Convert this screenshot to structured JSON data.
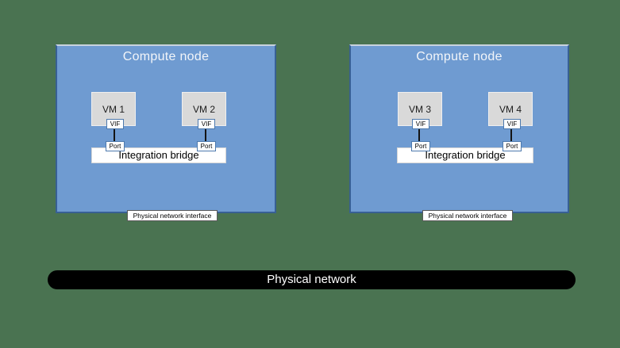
{
  "diagram": {
    "background_color": "#4a7351",
    "colors": {
      "node_fill": "#6f9bd1",
      "node_border": "#386094",
      "vm_fill": "#d9d9d9",
      "small_box_border": "#4d79ad",
      "network_bar": "#000000"
    },
    "nodes": [
      {
        "title": "Compute node",
        "vms": [
          {
            "name": "VM 1",
            "vif": "VIF",
            "port": "Port"
          },
          {
            "name": "VM 2",
            "vif": "VIF",
            "port": "Port"
          }
        ],
        "bridge_label": "Integration bridge",
        "nic_label": "Physical network interface"
      },
      {
        "title": "Compute node",
        "vms": [
          {
            "name": "VM 3",
            "vif": "VIF",
            "port": "Port"
          },
          {
            "name": "VM 4",
            "vif": "VIF",
            "port": "Port"
          }
        ],
        "bridge_label": "Integration bridge",
        "nic_label": "Physical network interface"
      }
    ],
    "physical_network_label": "Physical network"
  }
}
